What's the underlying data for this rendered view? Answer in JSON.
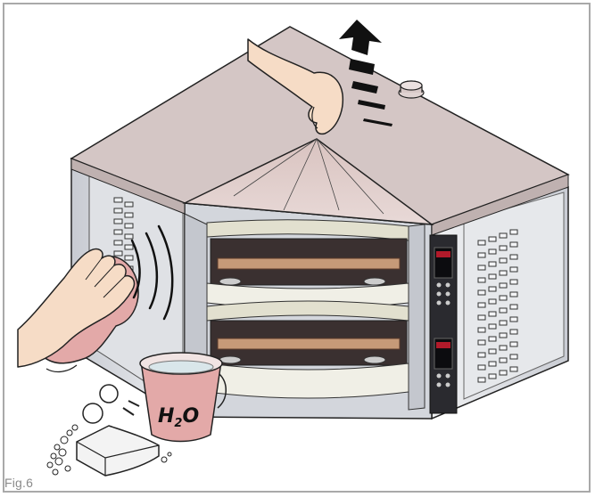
{
  "figure": {
    "label": "Fig.6",
    "bucket_label": {
      "h": "H",
      "sub": "2",
      "o": "O"
    }
  },
  "illustration": {
    "subject": "oven-top-cover-cleaning",
    "icons": [
      "up-arrow-icon",
      "hand-icon",
      "cloth-icon",
      "bucket-icon",
      "sponge-icon",
      "soap-bubbles-icon"
    ]
  },
  "colors": {
    "cover": "#e9d7d4",
    "cloth": "#e3a9a8",
    "steel": "#d7d9de",
    "frame_border": "#a9a9a9",
    "panel_dark": "#2a2a2f"
  }
}
